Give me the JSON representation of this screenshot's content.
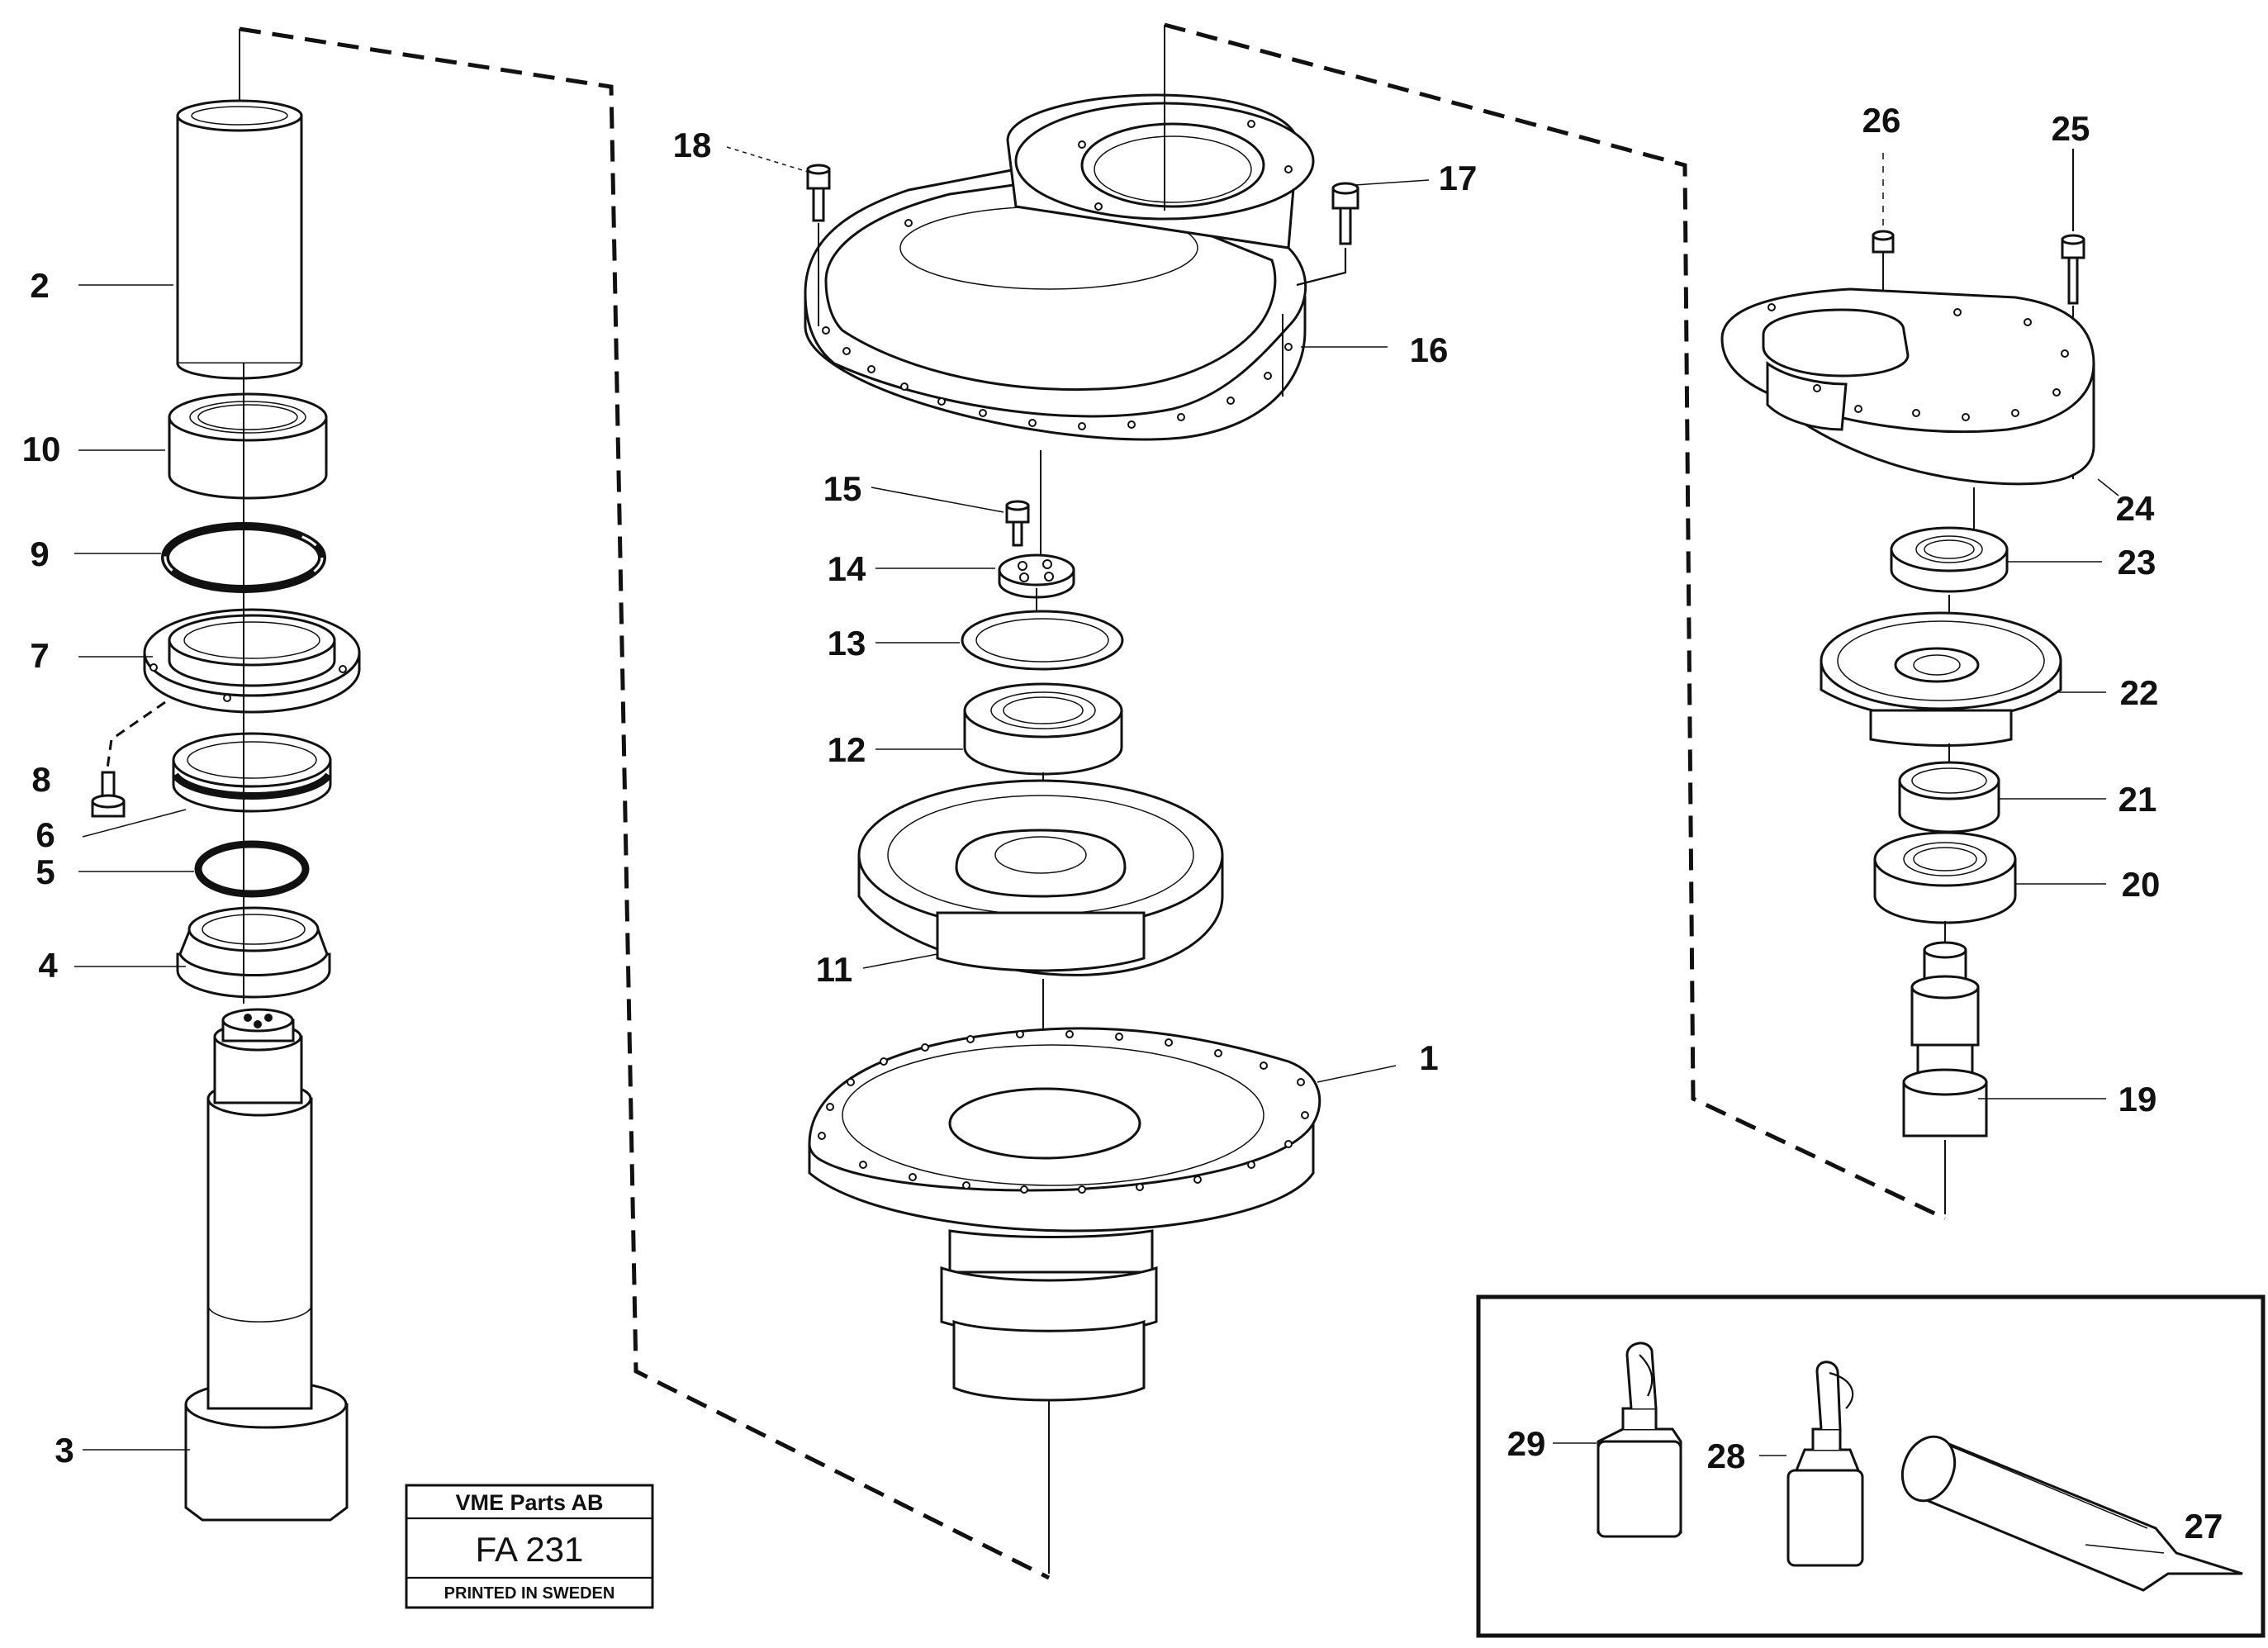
{
  "stamp": {
    "company": "VME Parts AB",
    "code": "FA 231",
    "footer": "PRINTED IN SWEDEN"
  },
  "callouts": [
    {
      "id": "1",
      "text": "1"
    },
    {
      "id": "2",
      "text": "2"
    },
    {
      "id": "3",
      "text": "3"
    },
    {
      "id": "4",
      "text": "4"
    },
    {
      "id": "5",
      "text": "5"
    },
    {
      "id": "6",
      "text": "6"
    },
    {
      "id": "7",
      "text": "7"
    },
    {
      "id": "8",
      "text": "8"
    },
    {
      "id": "9",
      "text": "9"
    },
    {
      "id": "10",
      "text": "10"
    },
    {
      "id": "11",
      "text": "11"
    },
    {
      "id": "12",
      "text": "12"
    },
    {
      "id": "13",
      "text": "13"
    },
    {
      "id": "14",
      "text": "14"
    },
    {
      "id": "15",
      "text": "15"
    },
    {
      "id": "16",
      "text": "16"
    },
    {
      "id": "17",
      "text": "17"
    },
    {
      "id": "18",
      "text": "18"
    },
    {
      "id": "19",
      "text": "19"
    },
    {
      "id": "20",
      "text": "20"
    },
    {
      "id": "21",
      "text": "21"
    },
    {
      "id": "22",
      "text": "22"
    },
    {
      "id": "23",
      "text": "23"
    },
    {
      "id": "24",
      "text": "24"
    },
    {
      "id": "25",
      "text": "25"
    },
    {
      "id": "26",
      "text": "26"
    },
    {
      "id": "27",
      "text": "27"
    },
    {
      "id": "28",
      "text": "28"
    },
    {
      "id": "29",
      "text": "29"
    }
  ]
}
